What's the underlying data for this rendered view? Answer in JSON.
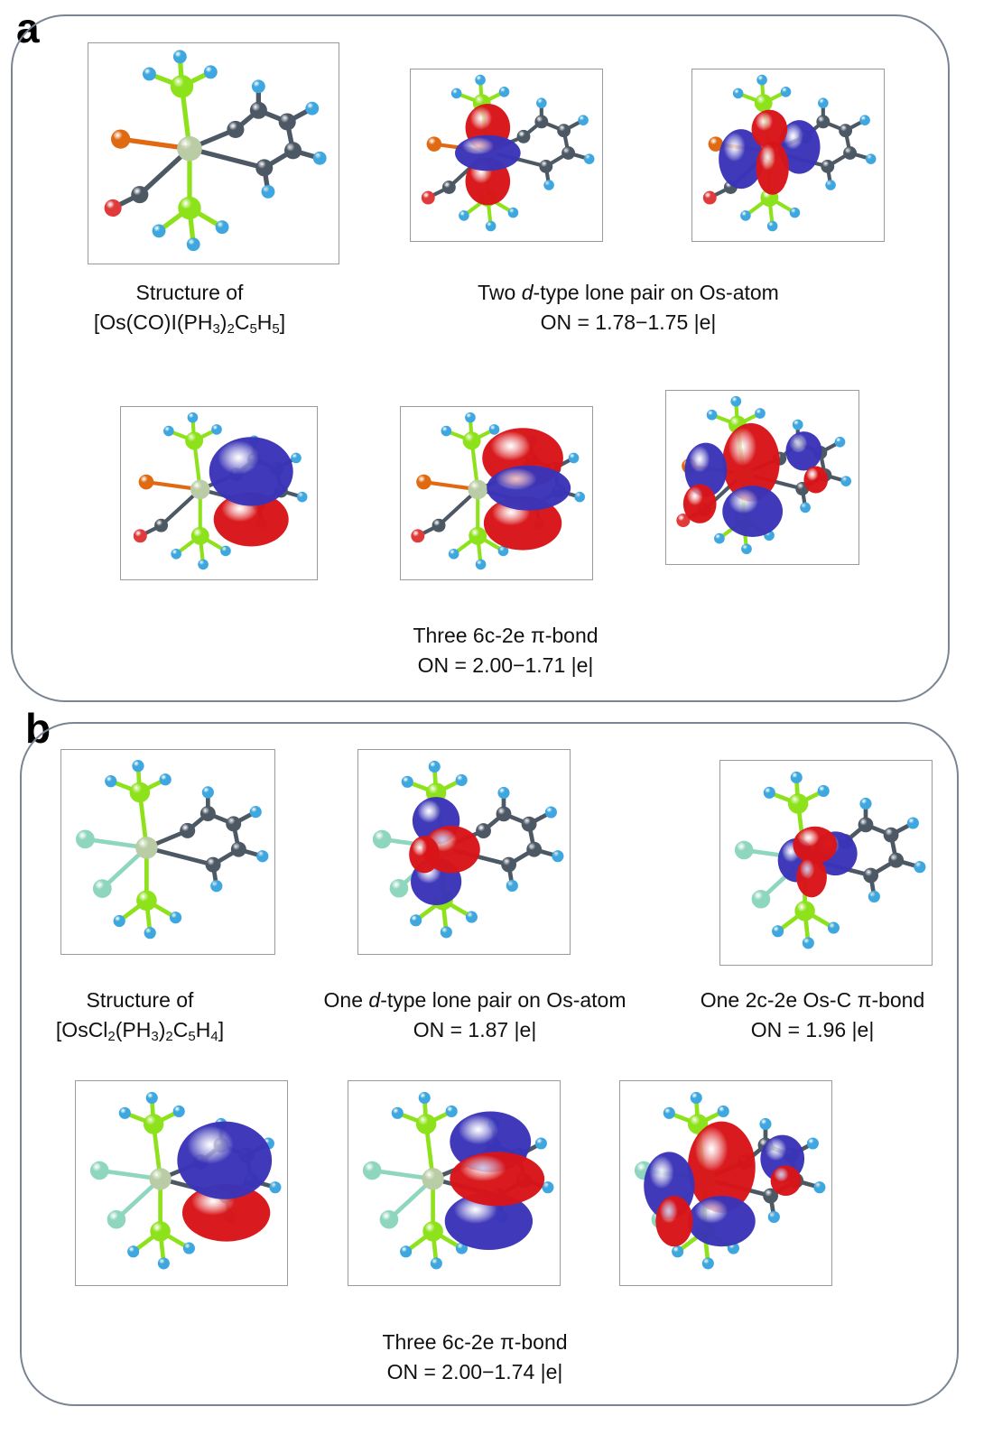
{
  "panel_a": {
    "label": "a",
    "structure_caption": {
      "line1": "Structure of",
      "line2_parts": [
        "[Os(CO)I(PH",
        "3",
        ")",
        "2",
        "C",
        "5",
        "H",
        "5",
        "]"
      ]
    },
    "lone_pair_caption": {
      "pre": "Two ",
      "italic": "d",
      "post": "-type lone pair on Os-atom",
      "line2": "ON = 1.78−1.75 |e|"
    },
    "pi_caption": {
      "line1": "Three 6c-2e π-bond",
      "line2": "ON = 2.00−1.71 |e|"
    }
  },
  "panel_b": {
    "label": "b",
    "structure_caption": {
      "line1": "Structure of",
      "line2_parts": [
        "[OsCl",
        "2",
        "(PH",
        "3",
        ")",
        "2",
        "C",
        "5",
        "H",
        "4",
        "]"
      ]
    },
    "lone_pair_caption": {
      "pre": "One ",
      "italic": "d",
      "post": "-type lone pair on Os-atom",
      "line2": "ON = 1.87 |e|"
    },
    "os_c_caption": {
      "line1": "One 2c-2e Os-C π-bond",
      "line2": "ON = 1.96 |e|"
    },
    "pi_caption": {
      "line1": "Three 6c-2e π-bond",
      "line2": "ON = 2.00−1.74 |e|"
    }
  },
  "colors": {
    "frame": "#7a8593",
    "orbital_positive": "#d81418",
    "orbital_negative": "#3a34b8",
    "phosphorus": "#8ee21c",
    "hydrogen": "#3ea7e0",
    "carbon": "#4d5865",
    "osmium": "#b9cca6",
    "iodine": "#e06a12",
    "oxygen": "#e03a3a",
    "chlorine": "#8fd6be"
  }
}
